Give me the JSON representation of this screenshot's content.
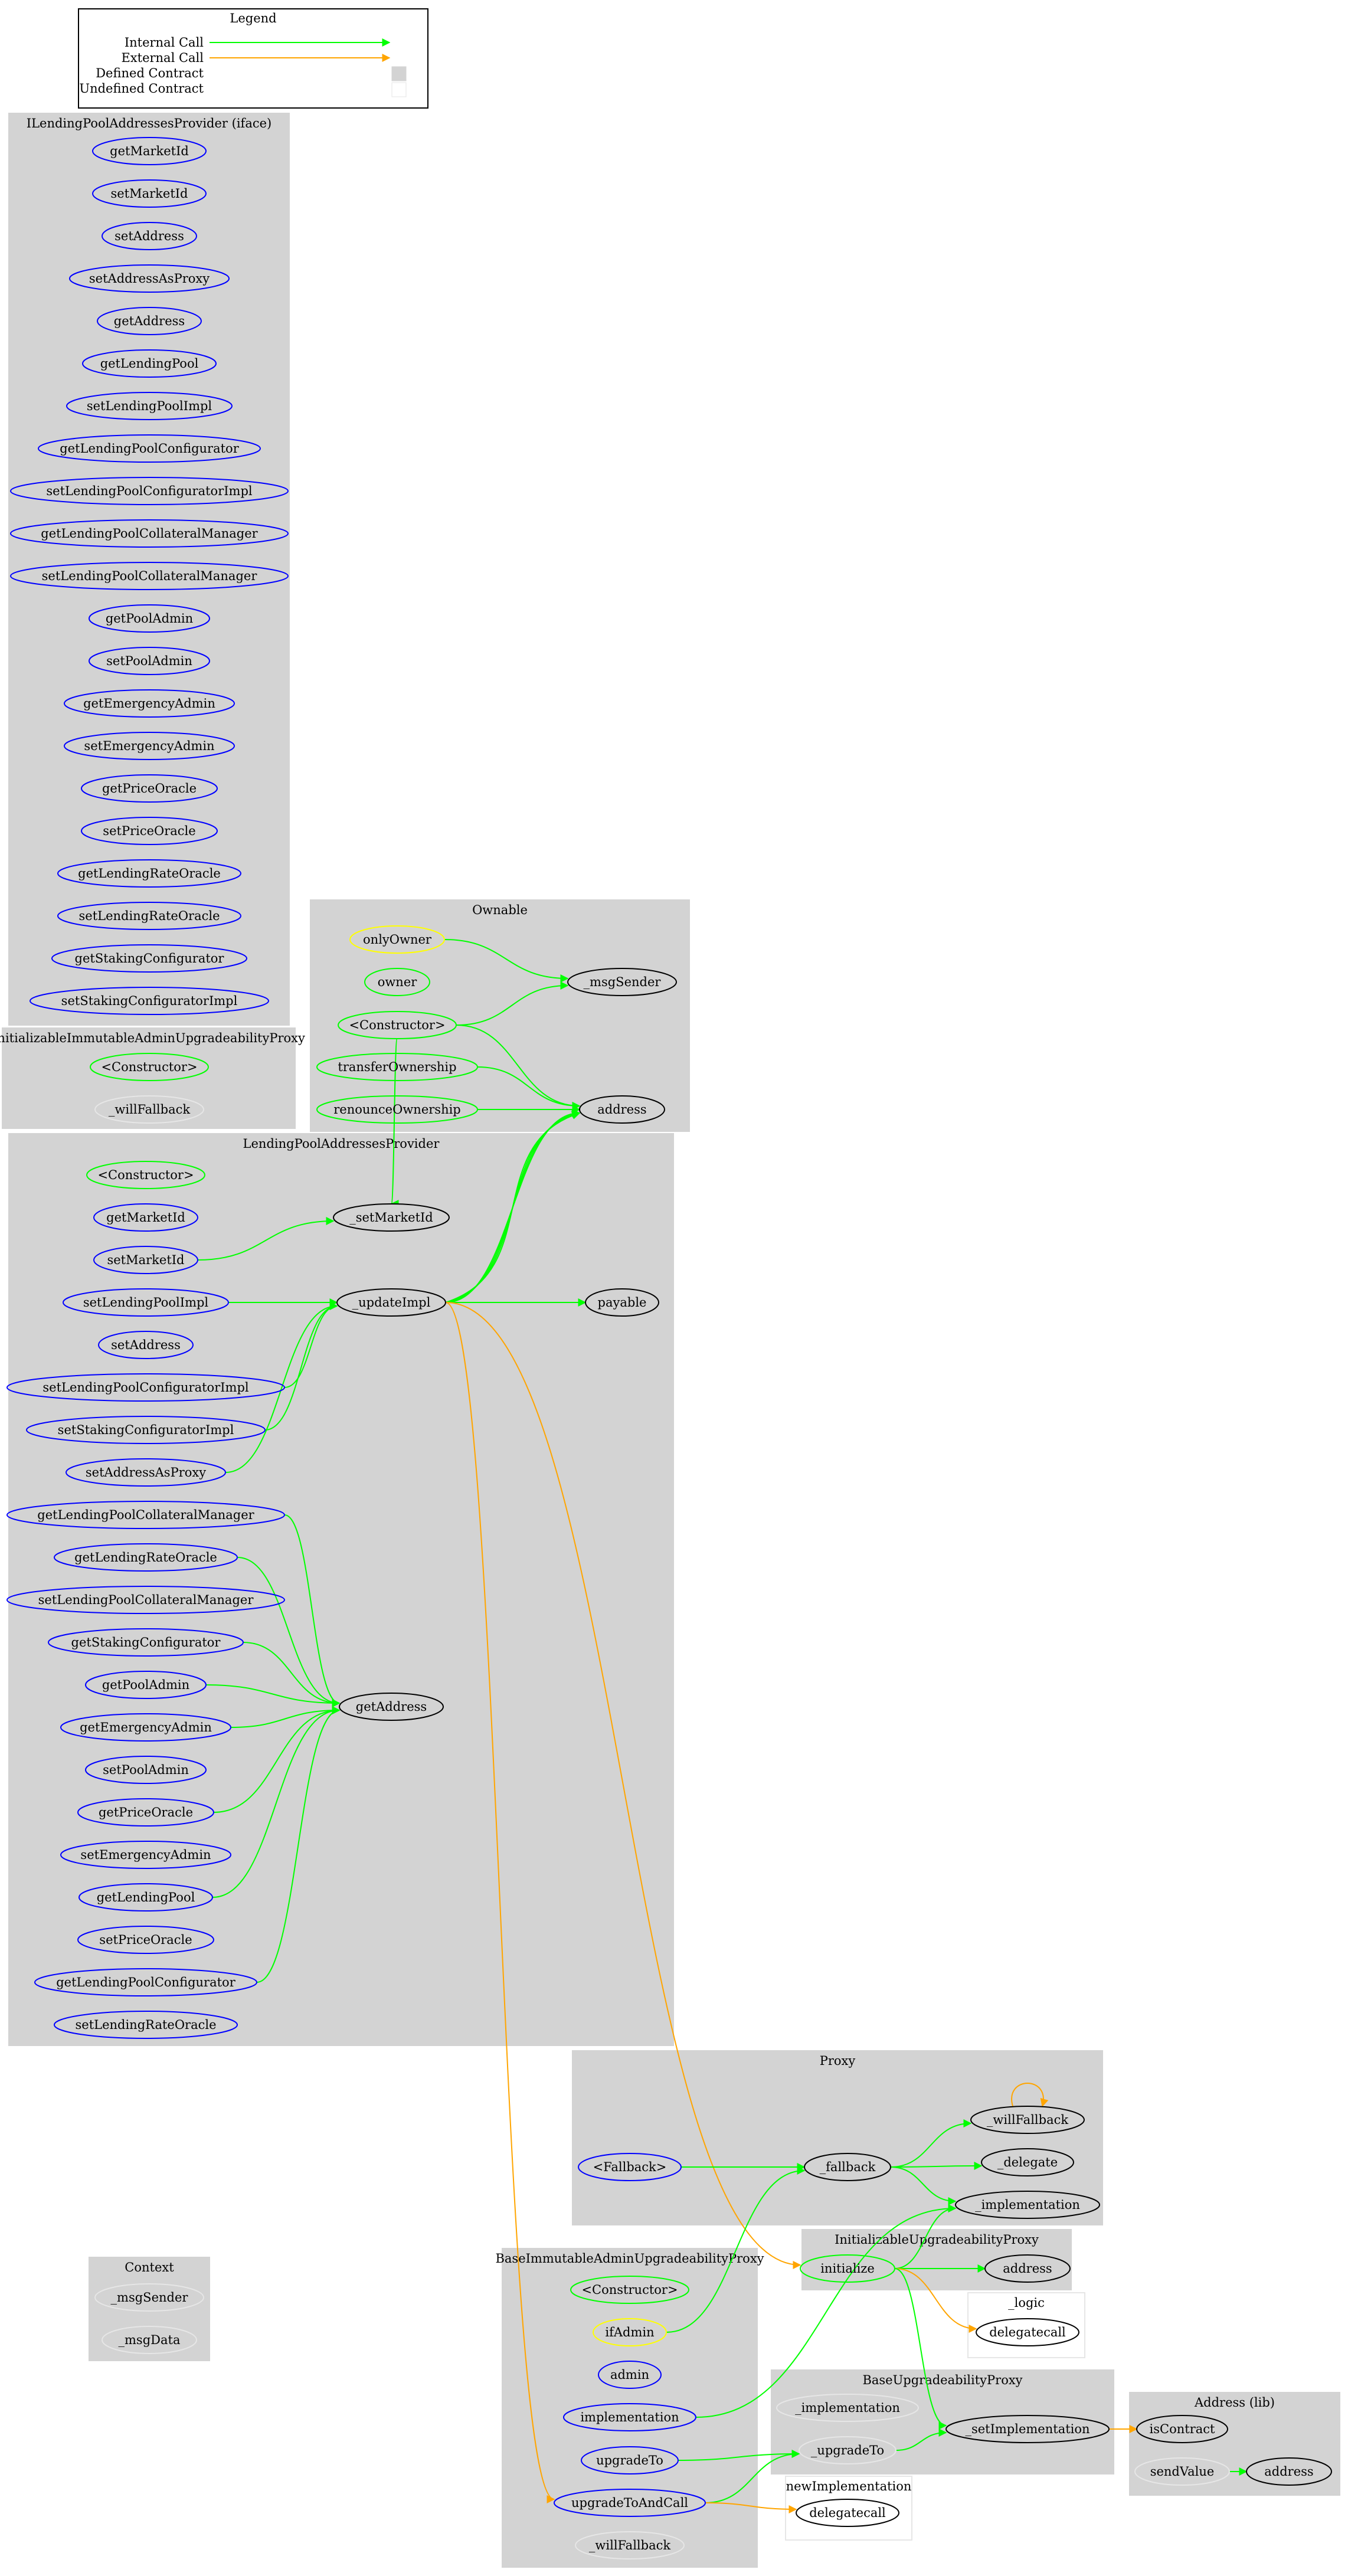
{
  "colors": {
    "cluster_fill": "#d3d3d3",
    "internal": "#00ff00",
    "external": "#ffa500",
    "public": "#0000ff",
    "constructor": "#00ff00",
    "modifier": "#ffff00",
    "undefined_border": "#e6e6e6",
    "defined_fill": "#d3d3d3"
  },
  "legend": {
    "title": "Legend",
    "items": [
      {
        "label": "Internal Call",
        "kind": "internal"
      },
      {
        "label": "External Call",
        "kind": "external"
      },
      {
        "label": "Defined Contract",
        "kind": "defined"
      },
      {
        "label": "Undefined Contract",
        "kind": "undefined"
      }
    ]
  },
  "clusters": [
    {
      "id": "iface",
      "title": "ILendingPoolAddressesProvider  (iface)"
    },
    {
      "id": "ownable",
      "title": "Ownable"
    },
    {
      "id": "initimm",
      "title": "InitializableImmutableAdminUpgradeabilityProxy"
    },
    {
      "id": "lpap",
      "title": "LendingPoolAddressesProvider"
    },
    {
      "id": "proxy",
      "title": "Proxy"
    },
    {
      "id": "context",
      "title": "Context"
    },
    {
      "id": "baseimm",
      "title": "BaseImmutableAdminUpgradeabilityProxy"
    },
    {
      "id": "initup",
      "title": "InitializableUpgradeabilityProxy"
    },
    {
      "id": "logic",
      "title": "_logic"
    },
    {
      "id": "baseup",
      "title": "BaseUpgradeabilityProxy"
    },
    {
      "id": "newimpl",
      "title": "newImplementation"
    },
    {
      "id": "addrlib",
      "title": "Address  (lib)"
    }
  ],
  "nodes": [
    {
      "id": "if_getMarketId",
      "label": "getMarketId",
      "style": "public"
    },
    {
      "id": "if_setMarketId",
      "label": "setMarketId",
      "style": "public"
    },
    {
      "id": "if_setAddress",
      "label": "setAddress",
      "style": "public"
    },
    {
      "id": "if_setAddressAsProxy",
      "label": "setAddressAsProxy",
      "style": "public"
    },
    {
      "id": "if_getAddress",
      "label": "getAddress",
      "style": "public"
    },
    {
      "id": "if_getLendingPool",
      "label": "getLendingPool",
      "style": "public"
    },
    {
      "id": "if_setLendingPoolImpl",
      "label": "setLendingPoolImpl",
      "style": "public"
    },
    {
      "id": "if_getLendingPoolConfigurator",
      "label": "getLendingPoolConfigurator",
      "style": "public"
    },
    {
      "id": "if_setLendingPoolConfiguratorImpl",
      "label": "setLendingPoolConfiguratorImpl",
      "style": "public"
    },
    {
      "id": "if_getLendingPoolCollateralManager",
      "label": "getLendingPoolCollateralManager",
      "style": "public"
    },
    {
      "id": "if_setLendingPoolCollateralManager",
      "label": "setLendingPoolCollateralManager",
      "style": "public"
    },
    {
      "id": "if_getPoolAdmin",
      "label": "getPoolAdmin",
      "style": "public"
    },
    {
      "id": "if_setPoolAdmin",
      "label": "setPoolAdmin",
      "style": "public"
    },
    {
      "id": "if_getEmergencyAdmin",
      "label": "getEmergencyAdmin",
      "style": "public"
    },
    {
      "id": "if_setEmergencyAdmin",
      "label": "setEmergencyAdmin",
      "style": "public"
    },
    {
      "id": "if_getPriceOracle",
      "label": "getPriceOracle",
      "style": "public"
    },
    {
      "id": "if_setPriceOracle",
      "label": "setPriceOracle",
      "style": "public"
    },
    {
      "id": "if_getLendingRateOracle",
      "label": "getLendingRateOracle",
      "style": "public"
    },
    {
      "id": "if_setLendingRateOracle",
      "label": "setLendingRateOracle",
      "style": "public"
    },
    {
      "id": "if_getStakingConfigurator",
      "label": "getStakingConfigurator",
      "style": "public"
    },
    {
      "id": "if_setStakingConfiguratorImpl",
      "label": "setStakingConfiguratorImpl",
      "style": "public"
    },
    {
      "id": "ow_onlyOwner",
      "label": "onlyOwner",
      "style": "modifier"
    },
    {
      "id": "ow_msgSender",
      "label": "_msgSender",
      "style": "internal"
    },
    {
      "id": "ow_owner",
      "label": "owner",
      "style": "constructor"
    },
    {
      "id": "ow_ctor",
      "label": "<Constructor>",
      "style": "constructor"
    },
    {
      "id": "ow_transferOwnership",
      "label": "transferOwnership",
      "style": "constructor"
    },
    {
      "id": "ow_renounceOwnership",
      "label": "renounceOwnership",
      "style": "constructor"
    },
    {
      "id": "ow_address",
      "label": "address",
      "style": "internal"
    },
    {
      "id": "ii_ctor",
      "label": "<Constructor>",
      "style": "constructor"
    },
    {
      "id": "ii_willFallback",
      "label": "_willFallback",
      "style": "undefined"
    },
    {
      "id": "lp_ctor",
      "label": "<Constructor>",
      "style": "constructor"
    },
    {
      "id": "lp_getMarketId",
      "label": "getMarketId",
      "style": "public"
    },
    {
      "id": "lp_setMarketIdInt",
      "label": "_setMarketId",
      "style": "internal"
    },
    {
      "id": "lp_setMarketId",
      "label": "setMarketId",
      "style": "public"
    },
    {
      "id": "lp_setLendingPoolImpl",
      "label": "setLendingPoolImpl",
      "style": "public"
    },
    {
      "id": "lp_updateImpl",
      "label": "_updateImpl",
      "style": "internal"
    },
    {
      "id": "lp_payable",
      "label": "payable",
      "style": "internal"
    },
    {
      "id": "lp_setAddress",
      "label": "setAddress",
      "style": "public"
    },
    {
      "id": "lp_setLendingPoolConfiguratorImpl",
      "label": "setLendingPoolConfiguratorImpl",
      "style": "public"
    },
    {
      "id": "lp_setStakingConfiguratorImpl",
      "label": "setStakingConfiguratorImpl",
      "style": "public"
    },
    {
      "id": "lp_setAddressAsProxy",
      "label": "setAddressAsProxy",
      "style": "public"
    },
    {
      "id": "lp_getLendingPoolCollateralManager",
      "label": "getLendingPoolCollateralManager",
      "style": "public"
    },
    {
      "id": "lp_getLendingRateOracle",
      "label": "getLendingRateOracle",
      "style": "public"
    },
    {
      "id": "lp_setLendingPoolCollateralManager",
      "label": "setLendingPoolCollateralManager",
      "style": "public"
    },
    {
      "id": "lp_getStakingConfigurator",
      "label": "getStakingConfigurator",
      "style": "public"
    },
    {
      "id": "lp_getPoolAdmin",
      "label": "getPoolAdmin",
      "style": "public"
    },
    {
      "id": "lp_getAddress",
      "label": "getAddress",
      "style": "internal"
    },
    {
      "id": "lp_getEmergencyAdmin",
      "label": "getEmergencyAdmin",
      "style": "public"
    },
    {
      "id": "lp_setPoolAdmin",
      "label": "setPoolAdmin",
      "style": "public"
    },
    {
      "id": "lp_getPriceOracle",
      "label": "getPriceOracle",
      "style": "public"
    },
    {
      "id": "lp_setEmergencyAdmin",
      "label": "setEmergencyAdmin",
      "style": "public"
    },
    {
      "id": "lp_getLendingPool",
      "label": "getLendingPool",
      "style": "public"
    },
    {
      "id": "lp_setPriceOracle",
      "label": "setPriceOracle",
      "style": "public"
    },
    {
      "id": "lp_getLendingPoolConfigurator",
      "label": "getLendingPoolConfigurator",
      "style": "public"
    },
    {
      "id": "lp_setLendingRateOracle",
      "label": "setLendingRateOracle",
      "style": "public"
    },
    {
      "id": "px_willFallback",
      "label": "_willFallback",
      "style": "internal"
    },
    {
      "id": "px_fallbackPub",
      "label": "<Fallback>",
      "style": "public"
    },
    {
      "id": "px_fallback",
      "label": "_fallback",
      "style": "internal"
    },
    {
      "id": "px_delegate",
      "label": "_delegate",
      "style": "internal"
    },
    {
      "id": "px_implementation",
      "label": "_implementation",
      "style": "internal"
    },
    {
      "id": "cx_msgSender",
      "label": "_msgSender",
      "style": "undefined"
    },
    {
      "id": "cx_msgData",
      "label": "_msgData",
      "style": "undefined"
    },
    {
      "id": "bi_ctor",
      "label": "<Constructor>",
      "style": "constructor"
    },
    {
      "id": "bi_ifAdmin",
      "label": "ifAdmin",
      "style": "modifier"
    },
    {
      "id": "bi_admin",
      "label": "admin",
      "style": "public"
    },
    {
      "id": "bi_implementation",
      "label": "implementation",
      "style": "public"
    },
    {
      "id": "bi_upgradeTo",
      "label": "upgradeTo",
      "style": "public"
    },
    {
      "id": "bi_upgradeToAndCall",
      "label": "upgradeToAndCall",
      "style": "public"
    },
    {
      "id": "bi_willFallback",
      "label": "_willFallback",
      "style": "undefined"
    },
    {
      "id": "iu_initialize",
      "label": "initialize",
      "style": "constructor"
    },
    {
      "id": "iu_address",
      "label": "address",
      "style": "internal"
    },
    {
      "id": "lg_delegatecall",
      "label": "delegatecall",
      "style": "plain"
    },
    {
      "id": "bu_implementation",
      "label": "_implementation",
      "style": "undefined"
    },
    {
      "id": "bu_upgradeTo",
      "label": "_upgradeTo",
      "style": "undefined"
    },
    {
      "id": "bu_setImplementation",
      "label": "_setImplementation",
      "style": "internal"
    },
    {
      "id": "ni_delegatecall",
      "label": "delegatecall",
      "style": "plain"
    },
    {
      "id": "al_isContract",
      "label": "isContract",
      "style": "internal"
    },
    {
      "id": "al_sendValue",
      "label": "sendValue",
      "style": "undefined"
    },
    {
      "id": "al_address",
      "label": "address",
      "style": "internal"
    }
  ],
  "edges": [
    {
      "from": "ow_onlyOwner",
      "to": "ow_msgSender",
      "kind": "internal"
    },
    {
      "from": "ow_ctor",
      "to": "ow_msgSender",
      "kind": "internal"
    },
    {
      "from": "ow_ctor",
      "to": "ow_address",
      "kind": "internal"
    },
    {
      "from": "ow_ctor",
      "to": "lp_setMarketIdInt",
      "kind": "internal"
    },
    {
      "from": "ow_transferOwnership",
      "to": "ow_address",
      "kind": "internal"
    },
    {
      "from": "ow_renounceOwnership",
      "to": "ow_address",
      "kind": "internal"
    },
    {
      "from": "lp_setMarketId",
      "to": "lp_setMarketIdInt",
      "kind": "internal"
    },
    {
      "from": "lp_setLendingPoolImpl",
      "to": "lp_updateImpl",
      "kind": "internal"
    },
    {
      "from": "lp_setLendingPoolConfiguratorImpl",
      "to": "lp_updateImpl",
      "kind": "internal"
    },
    {
      "from": "lp_setStakingConfiguratorImpl",
      "to": "lp_updateImpl",
      "kind": "internal"
    },
    {
      "from": "lp_setAddressAsProxy",
      "to": "lp_updateImpl",
      "kind": "internal"
    },
    {
      "from": "lp_updateImpl",
      "to": "lp_payable",
      "kind": "internal"
    },
    {
      "from": "lp_updateImpl",
      "to": "ow_address",
      "kind": "internal"
    },
    {
      "from": "lp_updateImpl",
      "to": "ow_address",
      "kind": "internal"
    },
    {
      "from": "lp_updateImpl",
      "to": "ow_address",
      "kind": "internal"
    },
    {
      "from": "lp_updateImpl",
      "to": "ow_address",
      "kind": "internal"
    },
    {
      "from": "lp_updateImpl",
      "to": "iu_initialize",
      "kind": "external"
    },
    {
      "from": "lp_updateImpl",
      "to": "bi_upgradeToAndCall",
      "kind": "external"
    },
    {
      "from": "lp_getLendingPoolCollateralManager",
      "to": "lp_getAddress",
      "kind": "internal"
    },
    {
      "from": "lp_getLendingRateOracle",
      "to": "lp_getAddress",
      "kind": "internal"
    },
    {
      "from": "lp_getStakingConfigurator",
      "to": "lp_getAddress",
      "kind": "internal"
    },
    {
      "from": "lp_getPoolAdmin",
      "to": "lp_getAddress",
      "kind": "internal"
    },
    {
      "from": "lp_getEmergencyAdmin",
      "to": "lp_getAddress",
      "kind": "internal"
    },
    {
      "from": "lp_getPriceOracle",
      "to": "lp_getAddress",
      "kind": "internal"
    },
    {
      "from": "lp_getLendingPool",
      "to": "lp_getAddress",
      "kind": "internal"
    },
    {
      "from": "lp_getLendingPoolConfigurator",
      "to": "lp_getAddress",
      "kind": "internal"
    },
    {
      "from": "px_willFallback",
      "to": "px_willFallback",
      "kind": "external"
    },
    {
      "from": "px_fallbackPub",
      "to": "px_fallback",
      "kind": "internal"
    },
    {
      "from": "px_fallback",
      "to": "px_willFallback",
      "kind": "internal"
    },
    {
      "from": "px_fallback",
      "to": "px_delegate",
      "kind": "internal"
    },
    {
      "from": "px_fallback",
      "to": "px_implementation",
      "kind": "internal"
    },
    {
      "from": "bi_ifAdmin",
      "to": "px_fallback",
      "kind": "internal"
    },
    {
      "from": "bi_implementation",
      "to": "px_implementation",
      "kind": "internal"
    },
    {
      "from": "bi_upgradeTo",
      "to": "bu_upgradeTo",
      "kind": "internal"
    },
    {
      "from": "bi_upgradeToAndCall",
      "to": "bu_upgradeTo",
      "kind": "internal"
    },
    {
      "from": "bi_upgradeToAndCall",
      "to": "ni_delegatecall",
      "kind": "external"
    },
    {
      "from": "iu_initialize",
      "to": "px_implementation",
      "kind": "internal"
    },
    {
      "from": "iu_initialize",
      "to": "iu_address",
      "kind": "internal"
    },
    {
      "from": "iu_initialize",
      "to": "lg_delegatecall",
      "kind": "external"
    },
    {
      "from": "iu_initialize",
      "to": "bu_setImplementation",
      "kind": "internal"
    },
    {
      "from": "bu_upgradeTo",
      "to": "bu_setImplementation",
      "kind": "internal"
    },
    {
      "from": "bu_setImplementation",
      "to": "al_isContract",
      "kind": "external"
    },
    {
      "from": "al_sendValue",
      "to": "al_address",
      "kind": "internal"
    }
  ]
}
